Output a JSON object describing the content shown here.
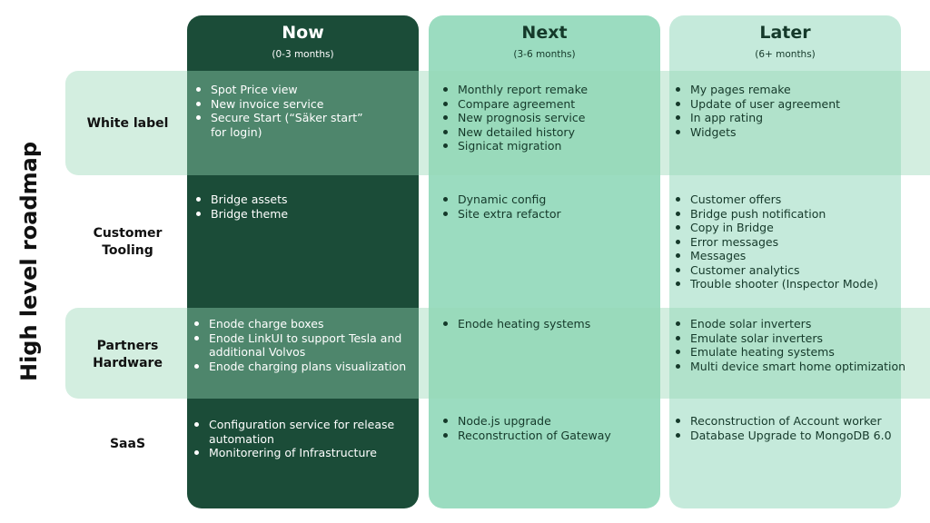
{
  "title": "High level roadmap",
  "columns": [
    {
      "title": "Now",
      "subtitle": "(0-3 months)"
    },
    {
      "title": "Next",
      "subtitle": "(3-6 months)"
    },
    {
      "title": "Later",
      "subtitle": "(6+ months)"
    }
  ],
  "rows": [
    {
      "label": "White label",
      "now": [
        "Spot Price view",
        "New invoice service",
        "Secure Start (“Säker start” for login)"
      ],
      "next": [
        "Monthly report remake",
        "Compare agreement",
        "New prognosis service",
        "New detailed history",
        "Signicat migration"
      ],
      "later": [
        "My pages remake",
        "Update of user agreement",
        "In app rating",
        "Widgets"
      ]
    },
    {
      "label": "Customer Tooling",
      "now": [
        "Bridge assets",
        "Bridge theme"
      ],
      "next": [
        "Dynamic config",
        "Site extra refactor"
      ],
      "later": [
        "Customer offers",
        "Bridge push notification",
        "Copy in Bridge",
        "Error messages",
        "Messages",
        "Customer analytics",
        "Trouble shooter (Inspector Mode)"
      ]
    },
    {
      "label": "Partners Hardware",
      "now": [
        "Enode charge boxes",
        "Enode LinkUI to support Tesla and additional Volvos",
        "Enode charging plans visualization"
      ],
      "next": [
        "Enode heating systems"
      ],
      "later": [
        "Enode solar inverters",
        "Emulate solar inverters",
        "Emulate heating systems",
        "Multi device smart home optimization"
      ]
    },
    {
      "label": "SaaS",
      "now": [
        "Configuration service for release automation",
        "Monitorering of Infrastructure"
      ],
      "next": [
        "Node.js upgrade",
        "Reconstruction of Gateway"
      ],
      "later": [
        "Reconstruction of Account worker",
        "Database Upgrade to MongoDB 6.0"
      ]
    }
  ]
}
